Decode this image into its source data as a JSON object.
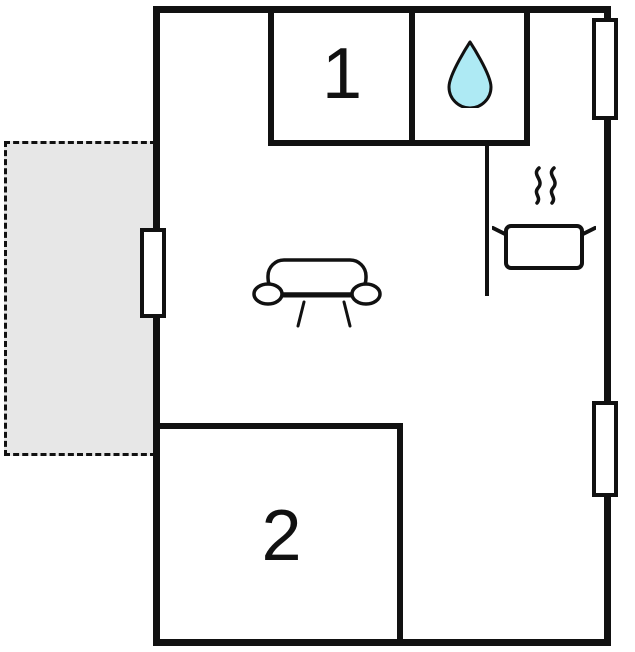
{
  "floorplan": {
    "title": "apartment-floor-plan",
    "rooms": [
      {
        "id": "room-1",
        "label": "1"
      },
      {
        "id": "room-2",
        "label": "2"
      }
    ],
    "icons": [
      {
        "name": "water-drop-icon"
      },
      {
        "name": "sofa-icon"
      },
      {
        "name": "stove-pot-icon"
      }
    ],
    "features": {
      "terrace": "dashed-outlined shaded area on left exterior",
      "windows": 3
    },
    "colors": {
      "wall": "#111111",
      "background": "#ffffff",
      "terrace_fill": "#e7e7e7",
      "water_drop_fill": "#aeeaf4"
    }
  }
}
